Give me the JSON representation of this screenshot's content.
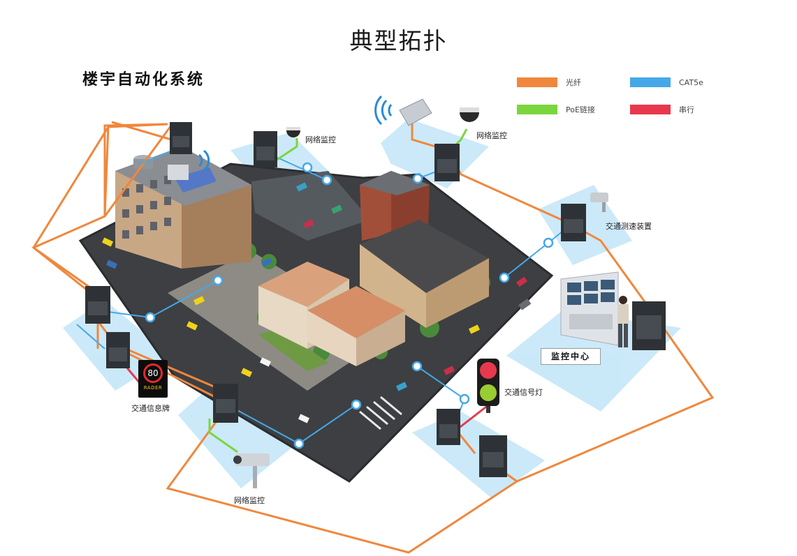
{
  "title": "典型拓扑",
  "subtitle": "楼宇自动化系统",
  "legend": [
    {
      "label": "光纤",
      "color": "#f0873c"
    },
    {
      "label": "CAT5e",
      "color": "#45a8e8"
    },
    {
      "label": "PoE链接",
      "color": "#7bd63e"
    },
    {
      "label": "串行",
      "color": "#e8384d"
    }
  ],
  "labels": {
    "camera_top": "网络监控",
    "camera_top_right": "网络监控",
    "speed_device": "交通测速装置",
    "control_center": "监控中心",
    "traffic_light": "交通信号灯",
    "info_sign": "交通信息牌",
    "camera_bottom": "网络监控"
  },
  "speed_sign": {
    "speed": "80",
    "brand": "RADER"
  },
  "colors": {
    "fiber": "#f0873c",
    "cat5e": "#45a8e8",
    "poe": "#7bd63e",
    "serial": "#e8384d",
    "zone": "#bfe4f7"
  }
}
